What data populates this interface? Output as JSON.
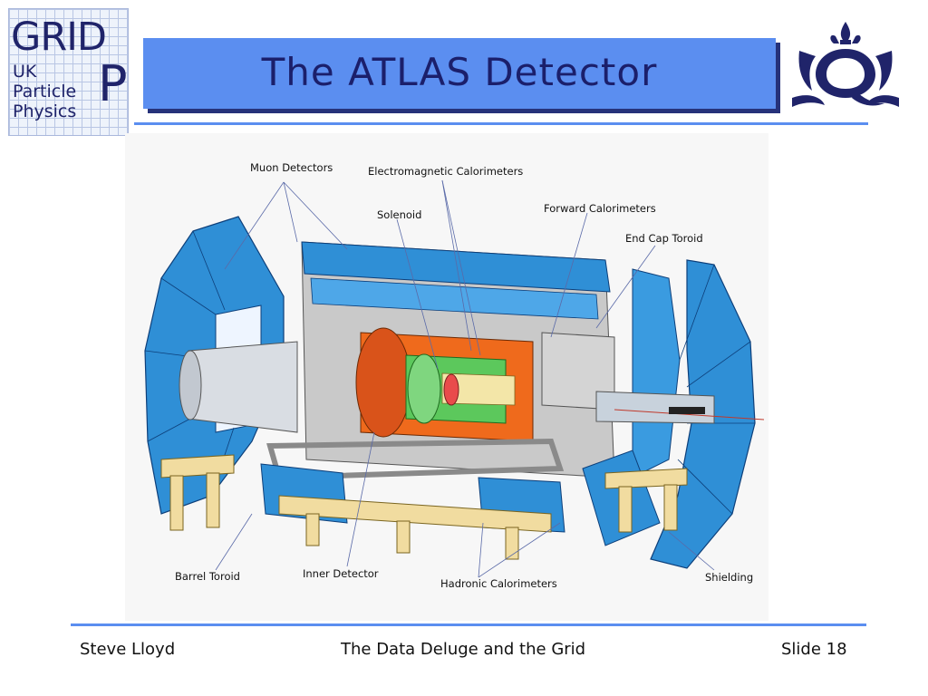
{
  "header": {
    "title": "The ATLAS Detector",
    "logo": {
      "grid_word": "GRID",
      "p_letter": "P",
      "lines": [
        "UK",
        "Particle",
        "Physics"
      ]
    },
    "crest_icon": "qmul-crown-crest-icon"
  },
  "diagram": {
    "image_ref": "ATLAS detector cutaway",
    "labels": {
      "muon_detectors": "Muon Detectors",
      "em_calorimeters": "Electromagnetic Calorimeters",
      "solenoid": "Solenoid",
      "forward_calorimeters": "Forward Calorimeters",
      "end_cap_toroid": "End Cap Toroid",
      "barrel_toroid": "Barrel Toroid",
      "inner_detector": "Inner Detector",
      "hadronic_calorimeters": "Hadronic Calorimeters",
      "shielding": "Shielding"
    },
    "colors": {
      "muon_blue": "#2f8fd6",
      "frame_grey": "#c9c9c9",
      "calorimeter_orange": "#ef6a1c",
      "inner_green": "#5cc85c",
      "support_tan": "#f1dca0"
    }
  },
  "footer": {
    "author": "Steve Lloyd",
    "talk_title": "The Data Deluge and the Grid",
    "slide": "Slide 18"
  },
  "accent": "#5b8ef0",
  "title_color": "#1b1f6b"
}
